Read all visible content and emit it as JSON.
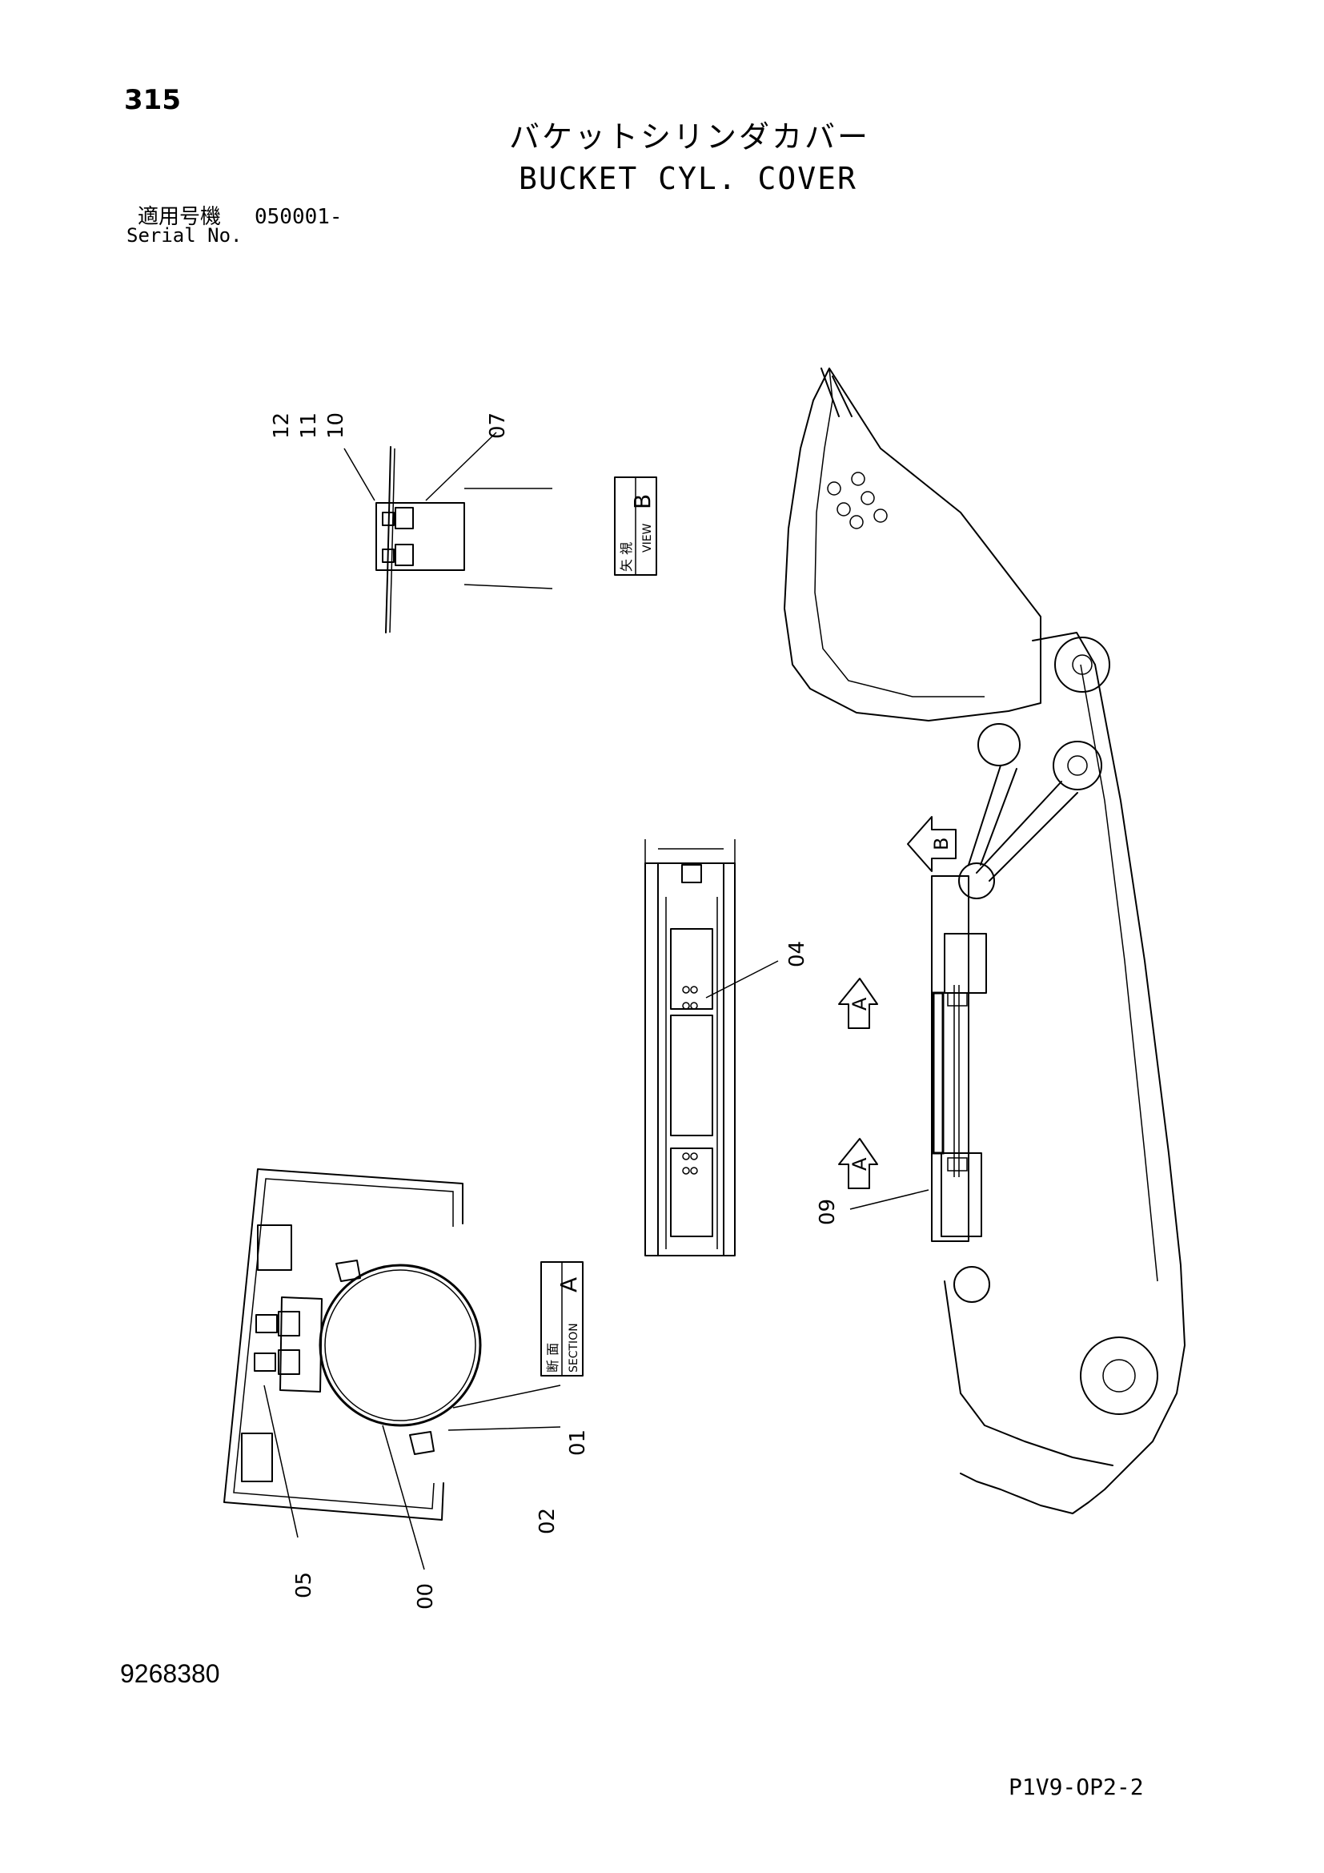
{
  "page_number": "315",
  "title_jp": "バケットシリンダカバー",
  "title_en": "BUCKET CYL. COVER",
  "serial": {
    "label_jp": "適用号機",
    "value": "050001-",
    "label_en": "Serial No."
  },
  "view_tag": {
    "jp": "矢 視",
    "en": "VIEW",
    "letter": "B"
  },
  "section_tag": {
    "jp": "断 面",
    "en": "SECTION",
    "letter": "A"
  },
  "arrow_letters": {
    "b": "B",
    "a1": "A",
    "a2": "A"
  },
  "callouts": {
    "c12": "12",
    "c11": "11",
    "c10": "10",
    "c07": "07",
    "c04": "04",
    "c09": "09",
    "c01": "01",
    "c02": "02",
    "c05": "05",
    "c00": "00"
  },
  "doc_code": "9268380",
  "sheet_code": "P1V9-OP2-2"
}
